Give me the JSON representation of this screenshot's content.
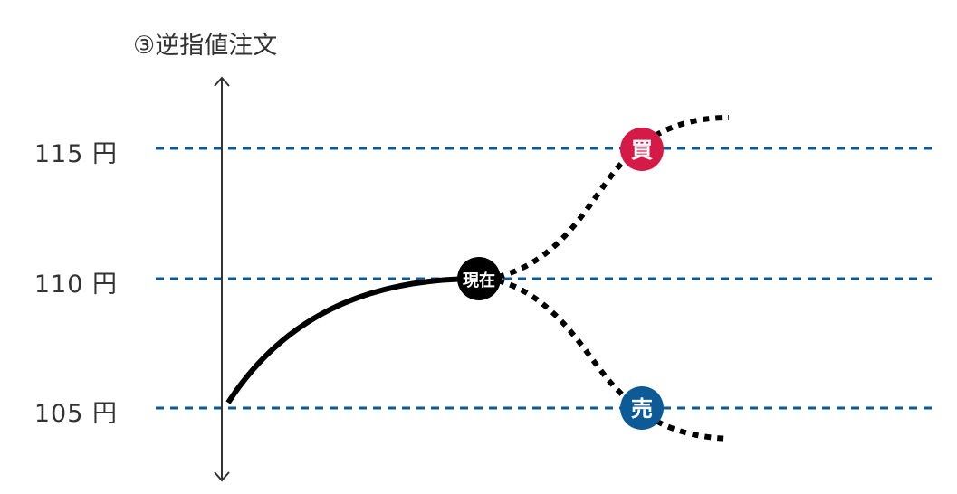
{
  "title": "③逆指値注文",
  "levels": [
    {
      "label": "115 円",
      "value": 115
    },
    {
      "label": "110 円",
      "value": 110
    },
    {
      "label": "105 円",
      "value": 105
    }
  ],
  "markers": {
    "current": {
      "label": "現在",
      "value": 110,
      "color": "#000000"
    },
    "buy": {
      "label": "買",
      "value": 115,
      "color": "#d41b47"
    },
    "sell": {
      "label": "売",
      "value": 105,
      "color": "#0d5a97"
    }
  },
  "colors": {
    "gridline": "#0d5a97",
    "axis": "#333333",
    "path": "#000000"
  }
}
